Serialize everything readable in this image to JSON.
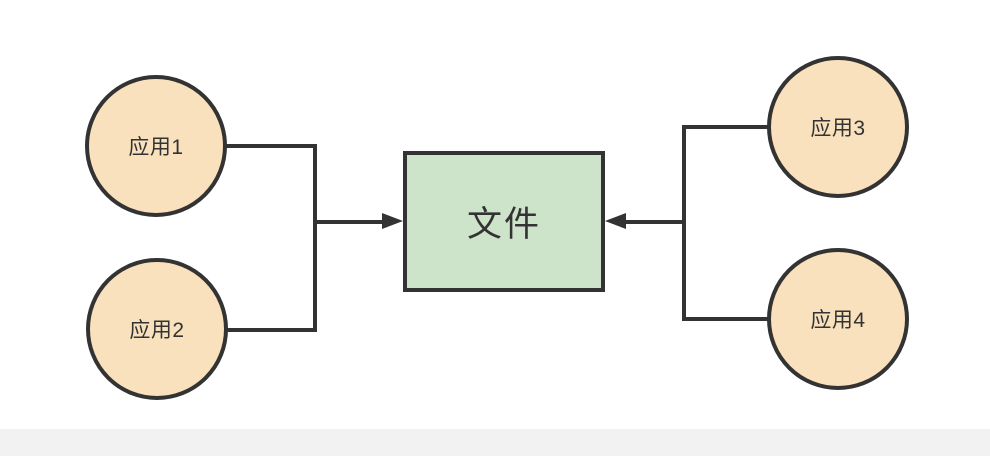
{
  "diagram": {
    "center_node": {
      "label": "文件",
      "shape": "rectangle"
    },
    "apps": [
      {
        "id": "app1",
        "label": "应用1"
      },
      {
        "id": "app2",
        "label": "应用2"
      },
      {
        "id": "app3",
        "label": "应用3"
      },
      {
        "id": "app4",
        "label": "应用4"
      }
    ],
    "edges": [
      {
        "from": "应用1",
        "to": "文件",
        "arrow": "into-left-side"
      },
      {
        "from": "应用2",
        "to": "文件",
        "arrow": "into-left-side"
      },
      {
        "from": "应用3",
        "to": "文件",
        "arrow": "into-right-side"
      },
      {
        "from": "应用4",
        "to": "文件",
        "arrow": "into-right-side"
      }
    ]
  },
  "colors": {
    "app-fill": "#f8e1bc",
    "file-fill": "#cee4ca",
    "stroke": "#333333",
    "text": "#333333",
    "canvas-bg": "#ffffff",
    "footer-bar": "#f1f2f1"
  }
}
